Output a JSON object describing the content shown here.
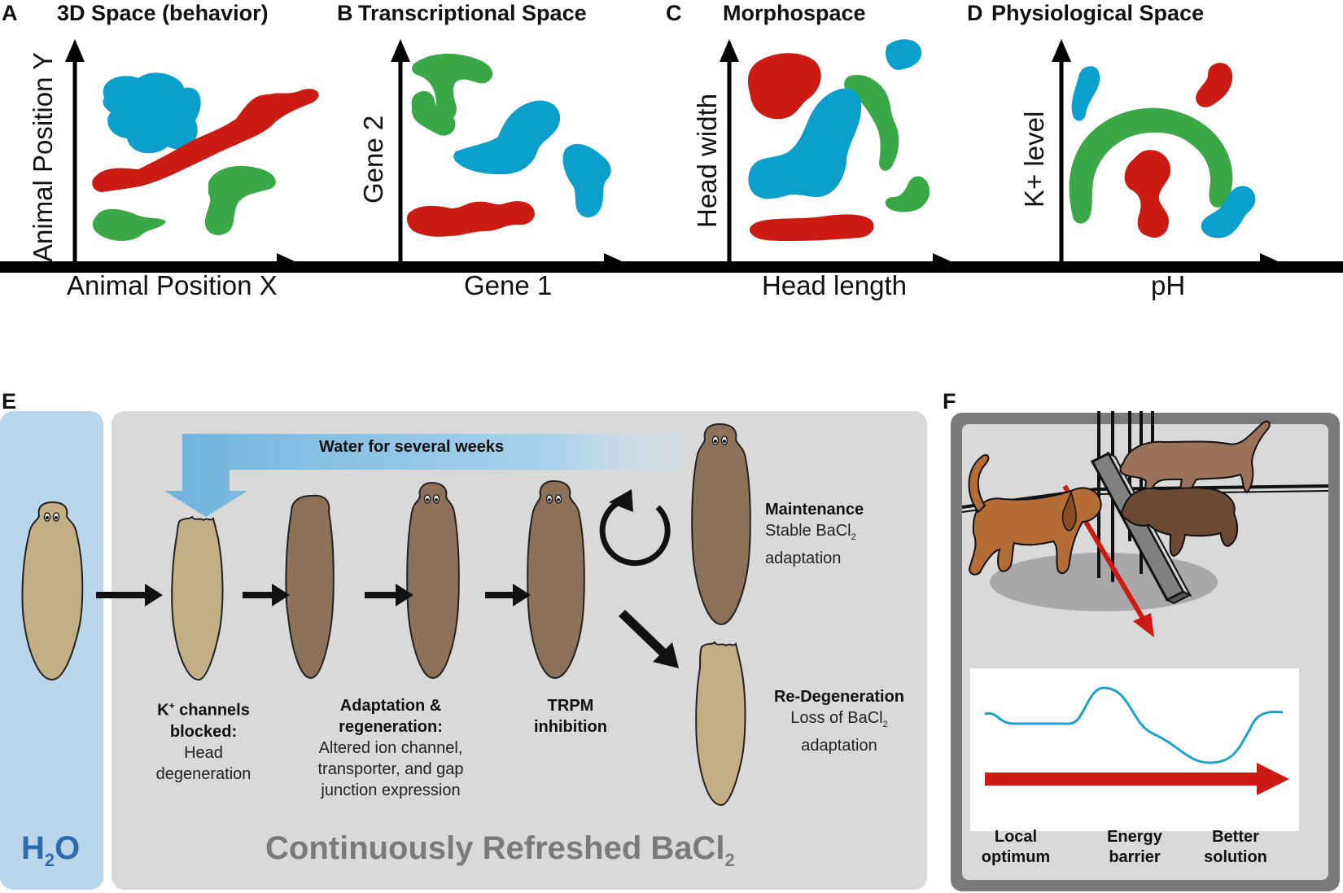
{
  "panels_top": [
    {
      "letter": "A",
      "title": "3D Space (behavior)",
      "xlabel": "Animal Position X",
      "ylabel": "Animal Position Y"
    },
    {
      "letter": "B",
      "title": "Transcriptional Space",
      "xlabel": "Gene 1",
      "ylabel": "Gene 2"
    },
    {
      "letter": "C",
      "title": "Morphospace",
      "xlabel": "Head length",
      "ylabel": "Head width"
    },
    {
      "letter": "D",
      "title": "Physiological Space",
      "xlabel": "pH",
      "ylabel": "K+ level"
    }
  ],
  "colors": {
    "blue": "#0aa0cb",
    "red": "#cc1b12",
    "green": "#3aa847",
    "worm_light": "#c3ae86",
    "worm_dark": "#8e7159",
    "h2o_panel": "#b9d6ea",
    "gray_panel": "#d9d9d9",
    "energy_arrow": "#cc1b12",
    "energy_curve": "#1aa3cc"
  },
  "panel_e": {
    "letter": "E",
    "h2o_label": "H",
    "h2o_sub": "2",
    "h2o_tail": "O",
    "bacl_label": "Continuously Refreshed BaCl",
    "bacl_sub": "2",
    "water_arrow": "Water for several weeks",
    "stages": [
      {
        "title": [
          "K",
          "+",
          " channels",
          "blocked:"
        ],
        "desc": [
          "Head",
          "degeneration"
        ]
      },
      {
        "title": [
          "Adaptation &",
          "regeneration:"
        ],
        "desc": [
          "Altered ion channel,",
          "transporter, and gap",
          "junction expression"
        ]
      },
      {
        "title": [
          "TRPM",
          "inhibition"
        ],
        "desc": []
      }
    ],
    "maintenance": {
      "title": "Maintenance",
      "line1": "Stable BaCl",
      "sub": "2",
      "line2": "adaptation"
    },
    "redegeneration": {
      "title": "Re-Degeneration",
      "line1": "Loss of BaCl",
      "sub": "2",
      "line2": "adaptation"
    }
  },
  "panel_f": {
    "letter": "F",
    "labels": [
      [
        "Local",
        "optimum"
      ],
      [
        "Energy",
        "barrier"
      ],
      [
        "Better",
        "solution"
      ]
    ]
  }
}
